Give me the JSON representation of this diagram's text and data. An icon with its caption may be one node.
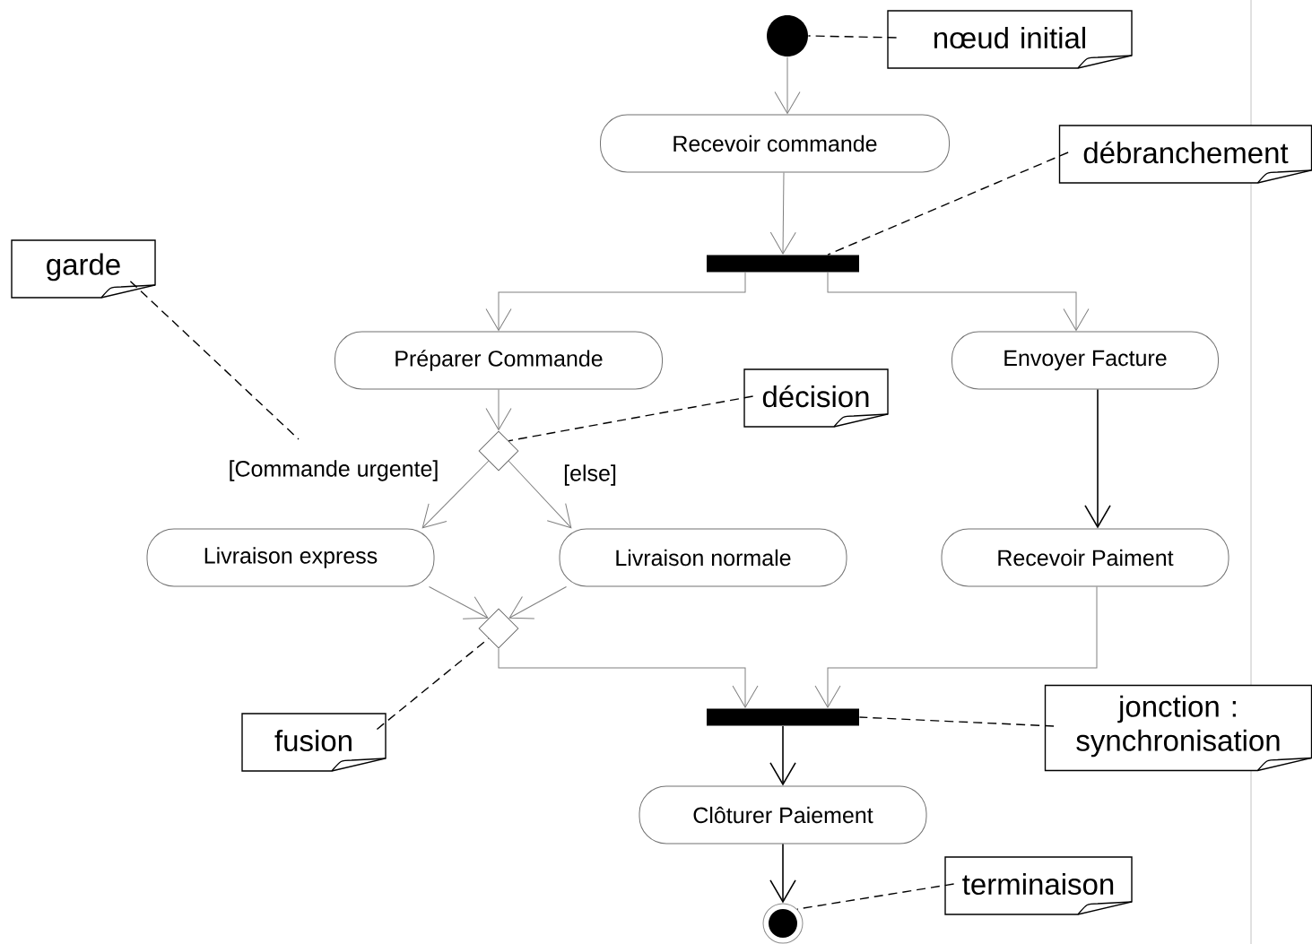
{
  "diagram": {
    "nodes": [
      {
        "text": [],
        "shape": "circle"
      },
      {
        "text": [
          "nœud initial"
        ]
      },
      {
        "text": [
          "Recevoir commande"
        ]
      },
      {
        "text": [
          "débranchement"
        ]
      },
      {
        "text": [],
        "shape": "bar"
      },
      {
        "text": [
          "garde"
        ]
      },
      {
        "text": [
          "Préparer Commande"
        ]
      },
      {
        "text": [
          "Envoyer Facture"
        ]
      },
      {
        "text": [
          "décision"
        ]
      },
      {
        "text": [],
        "shape": "diamond"
      },
      {
        "text": [
          "Livraison express"
        ]
      },
      {
        "text": [
          "Livraison normale"
        ]
      },
      {
        "text": [
          "Recevoir Paiment"
        ]
      },
      {
        "text": [],
        "shape": "diamond"
      },
      {
        "text": [
          "fusion"
        ]
      },
      {
        "text": [],
        "shape": "bar"
      },
      {
        "text": [
          "jonction : synchronisation"
        ]
      },
      {
        "text": [
          "Clôturer Paiement"
        ]
      },
      {
        "text": [],
        "shape": "bullseye"
      },
      {
        "text": [
          "terminaison"
        ]
      }
    ],
    "edges": [
      {
        "from": 0,
        "to": 2,
        "arrow": "to"
      },
      {
        "from": 2,
        "to": 4,
        "arrow": "to"
      },
      {
        "from": 4,
        "to": 6,
        "arrow": "to"
      },
      {
        "from": 4,
        "to": 7,
        "arrow": "to"
      },
      {
        "from": 6,
        "to": 9,
        "arrow": "to"
      },
      {
        "from": 9,
        "to": 10,
        "arrow": "to",
        "label": "[Commande urgente]"
      },
      {
        "from": 9,
        "to": 11,
        "arrow": "to",
        "label": "[else]"
      },
      {
        "from": 7,
        "to": 12,
        "arrow": "to",
        "color": "#000000"
      },
      {
        "from": 10,
        "to": 13,
        "arrow": "to"
      },
      {
        "from": 11,
        "to": 13,
        "arrow": "to"
      },
      {
        "from": 13,
        "to": 15,
        "arrow": "to"
      },
      {
        "from": 12,
        "to": 15,
        "arrow": "to"
      },
      {
        "from": 15,
        "to": 17,
        "arrow": "to",
        "color": "#000000"
      },
      {
        "from": 17,
        "to": 18,
        "arrow": "to",
        "color": "#000000"
      },
      {
        "from": 1,
        "to": 0,
        "arrow": "none",
        "style": "dashed",
        "color": "#000000"
      },
      {
        "from": 3,
        "to": 4,
        "arrow": "none",
        "style": "dashed",
        "color": "#000000"
      },
      {
        "from": 8,
        "to": 9,
        "arrow": "none",
        "style": "dashed",
        "color": "#000000"
      },
      {
        "from": 14,
        "to": 13,
        "arrow": "none",
        "style": "dashed",
        "color": "#000000"
      },
      {
        "from": 16,
        "to": 15,
        "arrow": "none",
        "style": "dashed",
        "color": "#000000"
      },
      {
        "from": 19,
        "to": 18,
        "arrow": "none",
        "style": "dashed",
        "color": "#000000"
      },
      {
        "from": 5,
        "to": null,
        "arrow": "none",
        "style": "dashed",
        "color": "#000000"
      }
    ]
  }
}
